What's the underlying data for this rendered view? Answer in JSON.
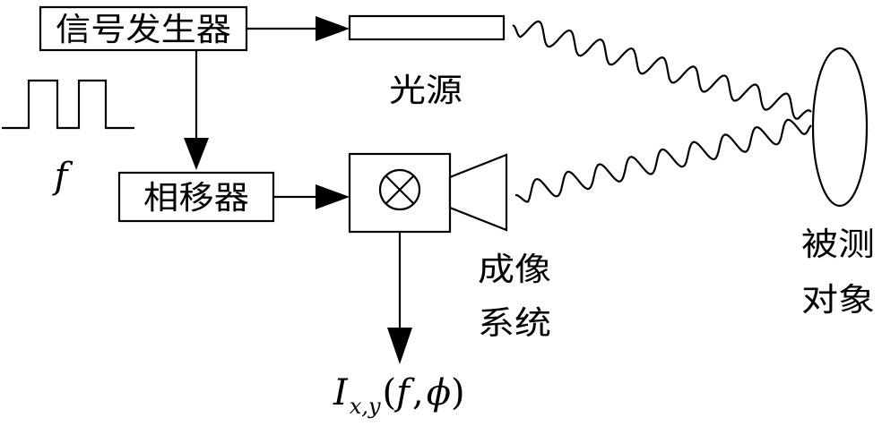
{
  "blocks": {
    "signal_generator": "信号发生器",
    "phase_shifter": "相移器"
  },
  "labels": {
    "light_source": "光源",
    "imaging_system_line1": "成像",
    "imaging_system_line2": "系统",
    "object_line1": "被测",
    "object_line2": "对象",
    "frequency": "f"
  },
  "output": {
    "symbol": "I",
    "subscript": "x,y",
    "open": "(",
    "arg1": "f",
    "sep": ",",
    "arg2": "ϕ",
    "close": ")"
  }
}
